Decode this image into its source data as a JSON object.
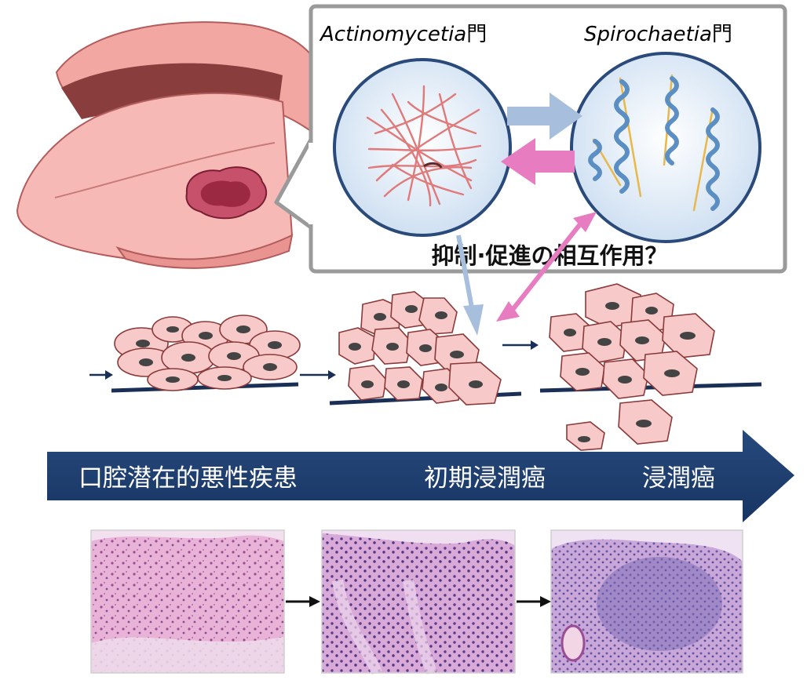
{
  "bacteria": {
    "left_name": "Actinomycetia",
    "right_name": "Spirochaetia",
    "phylum_suffix": "門",
    "interaction_question": "抑制·促進の相互作用？"
  },
  "progression": {
    "stage1": "口腔潜在的悪性疾患",
    "stage2": "初期浸潤癌",
    "stage3": "浸潤癌"
  },
  "colors": {
    "arrow_navy": "#1f3f6e",
    "callout_border": "#9a9a9a",
    "forward_arrow_blue": "#a7bfdc",
    "reverse_arrow_pink": "#e87cc0",
    "cell_fill": "#f7c9c9",
    "lesion": "#b0304a"
  }
}
